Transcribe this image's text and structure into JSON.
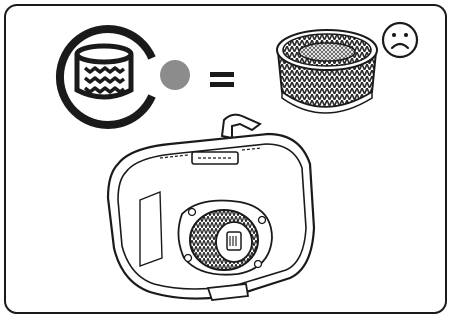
{
  "instruction_card": {
    "icons": {
      "filter_indicator": "filter-indicator-icon",
      "status_dot": "gray-status-dot",
      "equals": "equals-sign",
      "filter": "filter-cartridge-illustration",
      "mood": "sad-face-icon",
      "device": "device-with-filter-illustration"
    },
    "colors": {
      "outline": "#1a1a1a",
      "status_dot": "#8c8c8c",
      "filter_pleats": "#2b2b2b"
    }
  }
}
